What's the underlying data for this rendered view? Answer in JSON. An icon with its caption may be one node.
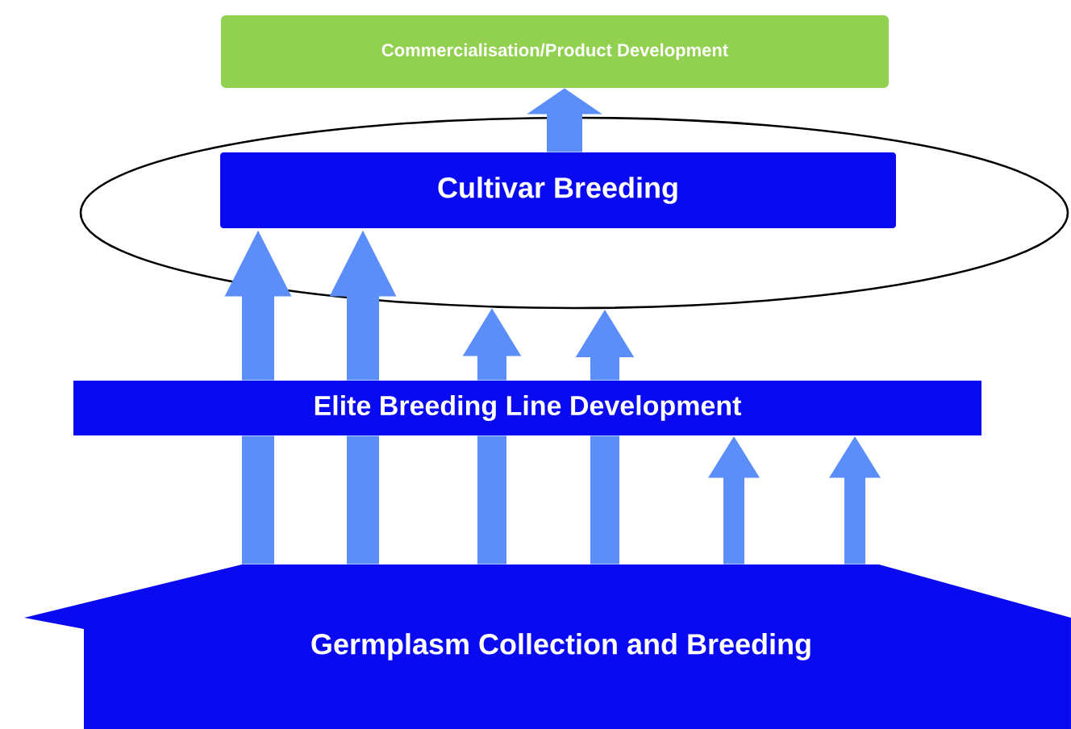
{
  "diagram": {
    "nodes": [
      {
        "text": [
          "Commercialisation/Product Development"
        ]
      },
      {
        "text": [],
        "shape": "ellipse"
      },
      {
        "text": [
          "Cultivar Breeding"
        ],
        "in": 1
      },
      {
        "text": [
          "Elite Breeding Line Development"
        ]
      },
      {
        "text": [
          "Germplasm Collection and Breeding"
        ]
      }
    ],
    "edges": [
      {
        "from": 2,
        "to": 0,
        "arrow": "to"
      },
      {
        "from": 4,
        "to": 3,
        "arrow": "none"
      },
      {
        "from": 4,
        "to": 3,
        "arrow": "none"
      },
      {
        "from": 4,
        "to": 3,
        "arrow": "none"
      },
      {
        "from": 4,
        "to": 3,
        "arrow": "none"
      },
      {
        "from": 3,
        "to": 2,
        "arrow": "to"
      },
      {
        "from": 3,
        "to": 2,
        "arrow": "to"
      },
      {
        "from": 3,
        "to": 1,
        "arrow": "to"
      },
      {
        "from": 3,
        "to": 1,
        "arrow": "to"
      },
      {
        "from": 4,
        "to": 3,
        "arrow": "to"
      },
      {
        "from": 4,
        "to": 3,
        "arrow": "to"
      }
    ]
  }
}
